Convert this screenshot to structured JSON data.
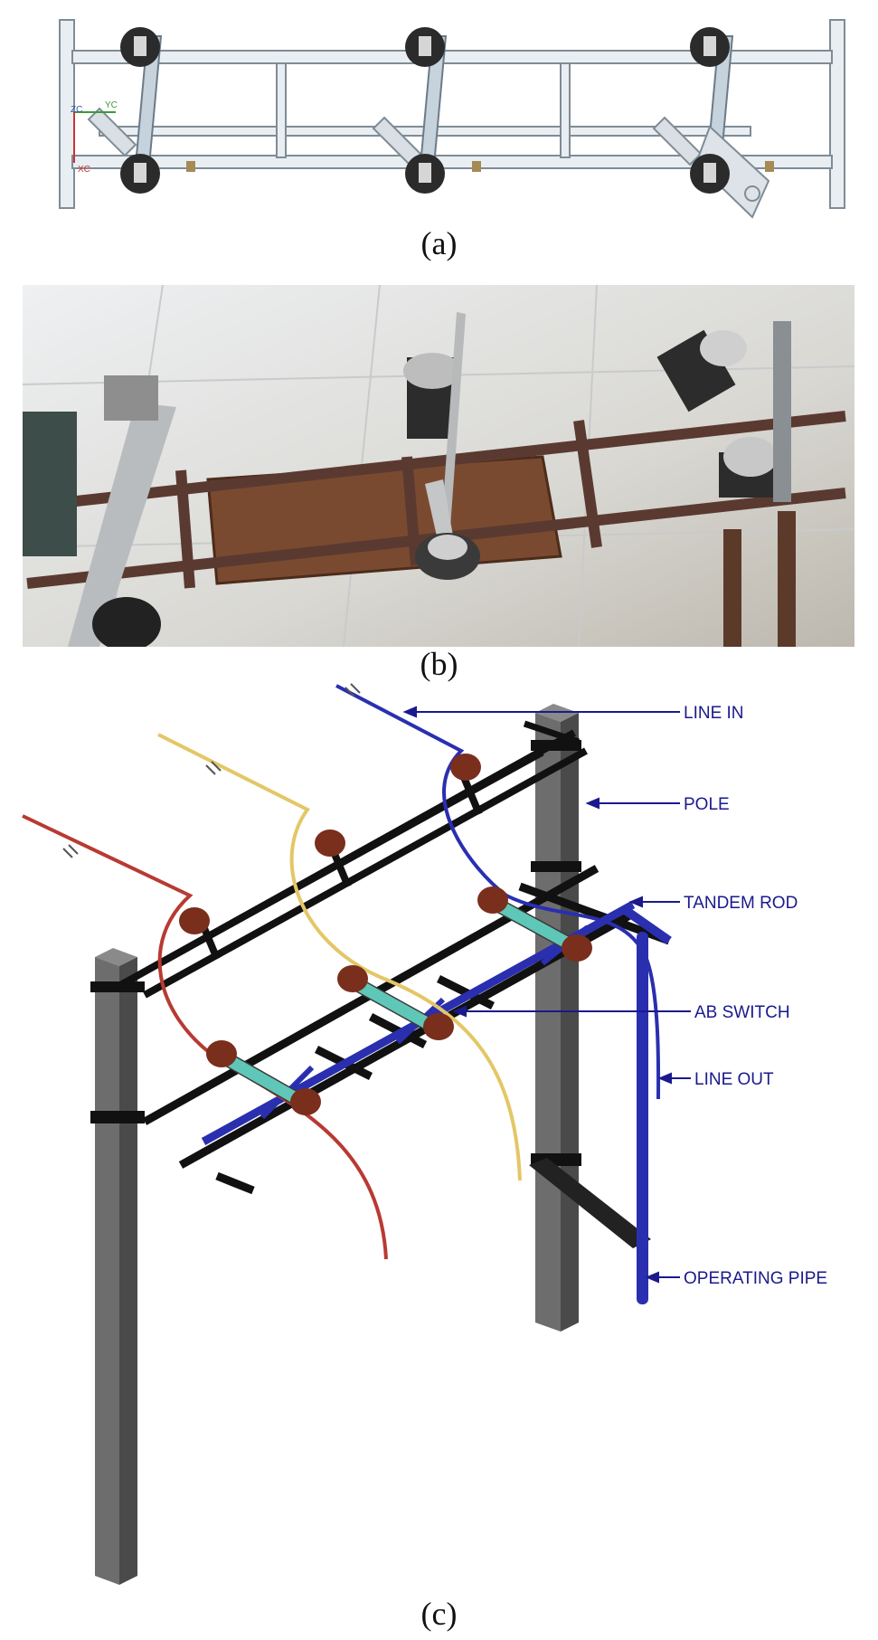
{
  "figure": {
    "captions": {
      "a": "(a)",
      "b": "(b)",
      "c": "(c)"
    },
    "panel_a": {
      "axis_labels": {
        "zc": "ZC",
        "yc": "YC",
        "xc": "XC"
      }
    },
    "panel_c": {
      "labels": {
        "line_in": "LINE IN",
        "pole": "POLE",
        "tandem_rod": "TANDEM ROD",
        "ab_switch": "AB SWITCH",
        "line_out": "LINE OUT",
        "operating_pipe": "OPERATING PIPE"
      },
      "colors": {
        "phase_red": "#b83a32",
        "phase_yellow": "#e3c766",
        "phase_blue": "#2a2fb0",
        "frame": "#111111",
        "pole": "#6d6d6d",
        "insulator": "#7a2e1c",
        "switch_arm": "#5fc7b8",
        "label": "#1a1a8c"
      }
    }
  }
}
